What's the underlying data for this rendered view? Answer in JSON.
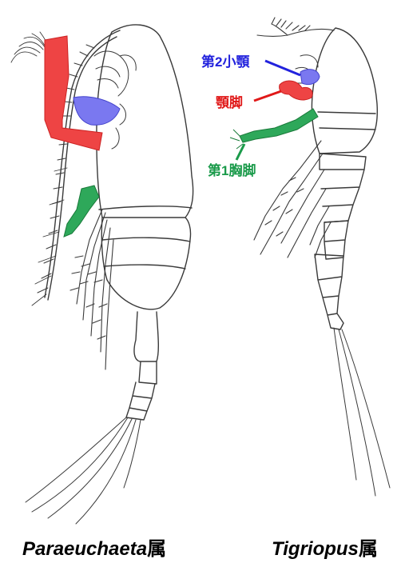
{
  "labels": {
    "maxilla2": "第2小顎",
    "maxilliped": "顎脚",
    "leg1": "第1胸脚"
  },
  "captions": {
    "left_genus": "Paraeuchaeta",
    "left_suffix": "属",
    "right_genus": "Tigriopus",
    "right_suffix": "属"
  },
  "colors": {
    "maxilla2": "#2222dd",
    "maxilla2_fill": "#7a78f0",
    "maxilliped": "#e01818",
    "maxilliped_fill": "#ee4444",
    "leg1": "#1a9a4a",
    "leg1_fill": "#2ea85a",
    "outline": "#333333"
  }
}
